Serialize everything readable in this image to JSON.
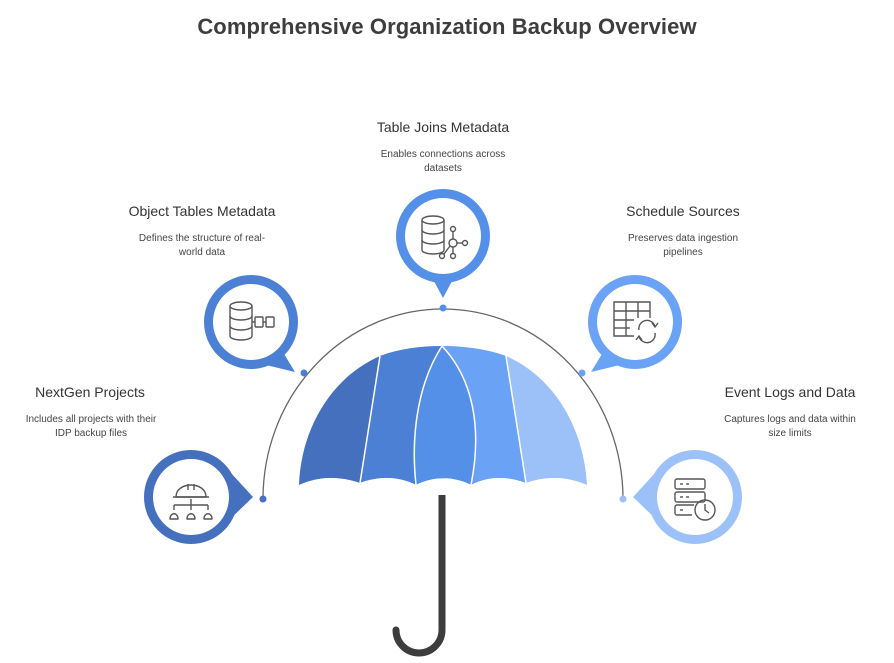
{
  "title": "Comprehensive Organization Backup Overview",
  "colors": {
    "panel1": "#4470be",
    "panel2": "#4b80d4",
    "panel3": "#5590e8",
    "panel4": "#6aa2f5",
    "panel5": "#9cc1f9",
    "handle": "#3d3d3d",
    "arc": "#666666"
  },
  "items": [
    {
      "title": "NextGen Projects",
      "desc_lines": [
        "Includes all projects with their",
        "IDP backup files"
      ],
      "icon": "hardhat-hierarchy-icon",
      "color": "#4470be"
    },
    {
      "title": "Object Tables Metadata",
      "desc_lines": [
        "Defines the structure of real-",
        "world data"
      ],
      "icon": "database-schema-icon",
      "color": "#4b80d4"
    },
    {
      "title": "Table Joins Metadata",
      "desc_lines": [
        "Enables connections across",
        "datasets"
      ],
      "icon": "database-network-icon",
      "color": "#5590e8"
    },
    {
      "title": "Schedule Sources",
      "desc_lines": [
        "Preserves data ingestion",
        "pipelines"
      ],
      "icon": "table-refresh-icon",
      "color": "#6aa2f5"
    },
    {
      "title": "Event Logs and Data",
      "desc_lines": [
        "Captures logs and data within",
        "size limits"
      ],
      "icon": "server-clock-icon",
      "color": "#9cc1f9"
    }
  ]
}
